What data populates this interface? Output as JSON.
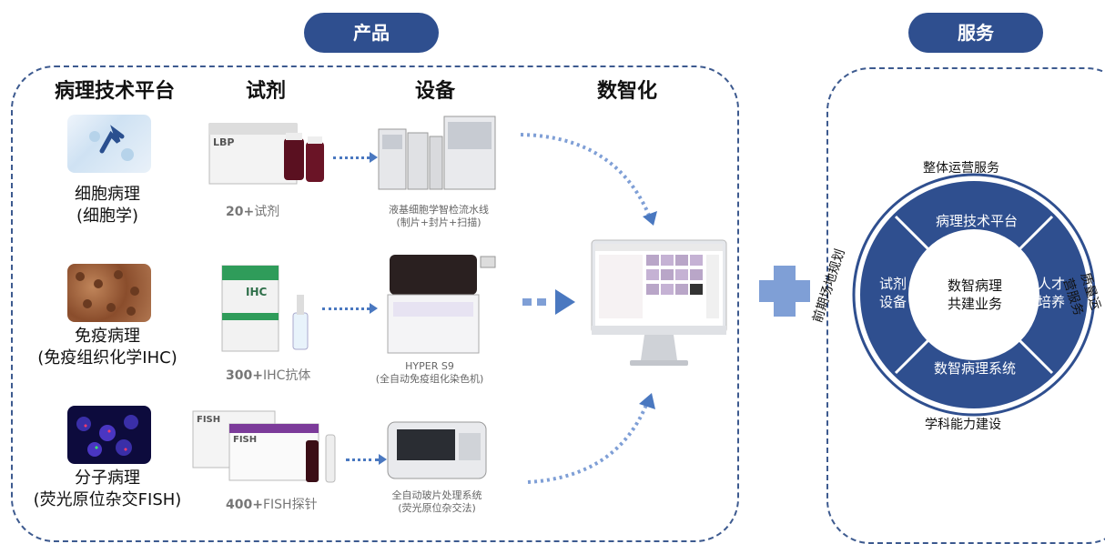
{
  "headers": {
    "products": "产品",
    "services": "服务",
    "platform": "病理技术平台",
    "reagents": "试剂",
    "equipment": "设备",
    "digital": "数智化"
  },
  "rows": [
    {
      "name_line1": "细胞病理",
      "name_line2": "(细胞学)",
      "reagent_count": "20+",
      "reagent_unit": "试剂",
      "equipment_caption_line1": "液基细胞学智检流水线",
      "equipment_caption_line2": "(制片+封片+扫描)"
    },
    {
      "name_line1": "免疫病理",
      "name_line2": "(免疫组织化学IHC)",
      "reagent_count": "300+",
      "reagent_unit": "IHC抗体",
      "equipment_caption_line1": "HYPER S9",
      "equipment_caption_line2": "(全自动免疫组化染色机)"
    },
    {
      "name_line1": "分子病理",
      "name_line2": "(荧光原位杂交FISH)",
      "reagent_count": "400+",
      "reagent_unit": "FISH探针",
      "equipment_caption_line1": "全自动玻片处理系统",
      "equipment_caption_line2": "(荧光原位杂交法)"
    }
  ],
  "product_labels": {
    "lbp": "LBP",
    "ihc": "IHC",
    "fish": "FISH"
  },
  "service_ring": {
    "top_outer": "整体运营服务",
    "bottom_outer": "学科能力建设",
    "left_outer": "前期场地规划",
    "right_outer": "质量运营服务",
    "top_segment": "病理技术平台",
    "bottom_segment": "数智病理系统",
    "left_segment_line1": "试剂",
    "left_segment_line2": "设备",
    "right_segment_line1": "人才",
    "right_segment_line2": "培养",
    "center_line1": "数智病理",
    "center_line2": "共建业务"
  },
  "colors": {
    "accent": "#2f4f8f",
    "dash": "#3d5a8f",
    "arrow": "#4a78c0",
    "plus": "#7f9fd6"
  }
}
